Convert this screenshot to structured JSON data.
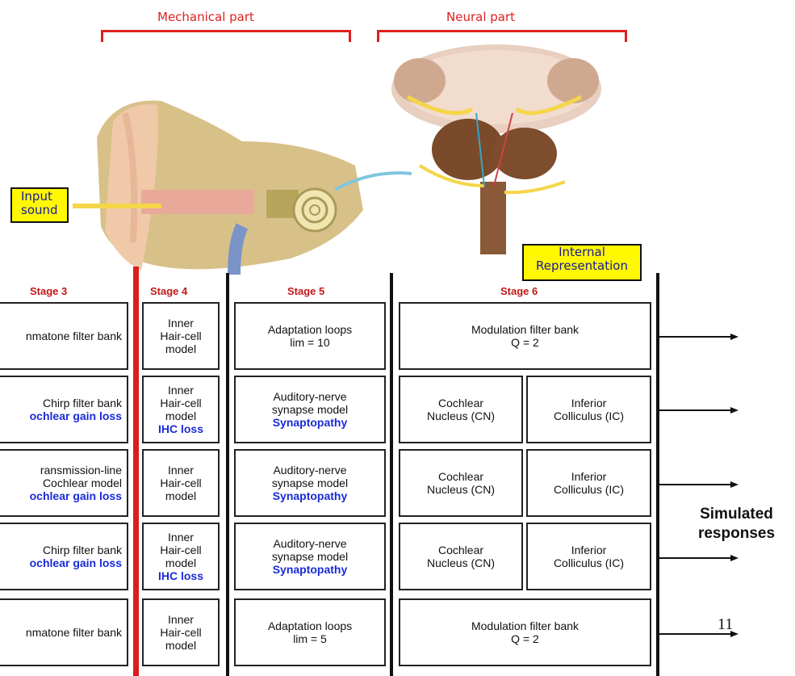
{
  "header": {
    "mechanical_label": "Mechanical part",
    "neural_label": "Neural part"
  },
  "input_label": [
    "Input",
    "sound"
  ],
  "internal_label": [
    "Internal",
    "Representation"
  ],
  "stages": {
    "s3": "Stage 3",
    "s4": "Stage 4",
    "s5": "Stage 5",
    "s6": "Stage 6"
  },
  "rows": [
    {
      "stage3": {
        "lines": [
          "nmatone filter bank"
        ],
        "note": ""
      },
      "stage4": {
        "lines": [
          "Inner",
          "Hair-cell",
          "model"
        ],
        "note": ""
      },
      "stage5": {
        "lines": [
          "Adaptation loops",
          "lim = 10"
        ],
        "note": ""
      },
      "stage6": {
        "lines": [
          "Modulation filter bank",
          "Q = 2"
        ]
      }
    },
    {
      "stage3": {
        "lines": [
          "Chirp filter bank"
        ],
        "note": "ochlear gain loss"
      },
      "stage4": {
        "lines": [
          "Inner",
          "Hair-cell",
          "model"
        ],
        "note": "IHC loss"
      },
      "stage5": {
        "lines": [
          "Auditory-nerve",
          "synapse model"
        ],
        "note": "Synaptopathy"
      },
      "cn": [
        "Cochlear",
        "Nucleus (CN)"
      ],
      "ic": [
        "Inferior",
        "Colliculus (IC)"
      ]
    },
    {
      "stage3": {
        "lines": [
          "ransmission-line",
          "Cochlear model"
        ],
        "note": "ochlear gain loss"
      },
      "stage4": {
        "lines": [
          "Inner",
          "Hair-cell",
          "model"
        ],
        "note": ""
      },
      "stage5": {
        "lines": [
          "Auditory-nerve",
          "synapse model"
        ],
        "note": "Synaptopathy"
      },
      "cn": [
        "Cochlear",
        "Nucleus (CN)"
      ],
      "ic": [
        "Inferior",
        "Colliculus (IC)"
      ]
    },
    {
      "stage3": {
        "lines": [
          "Chirp filter bank"
        ],
        "note": "ochlear gain loss"
      },
      "stage4": {
        "lines": [
          "Inner",
          "Hair-cell",
          "model"
        ],
        "note": "IHC loss"
      },
      "stage5": {
        "lines": [
          "Auditory-nerve",
          "synapse model"
        ],
        "note": "Synaptopathy"
      },
      "cn": [
        "Cochlear",
        "Nucleus (CN)"
      ],
      "ic": [
        "Inferior",
        "Colliculus (IC)"
      ]
    },
    {
      "stage3": {
        "lines": [
          "nmatone filter bank"
        ],
        "note": ""
      },
      "stage4": {
        "lines": [
          "Inner",
          "Hair-cell",
          "model"
        ],
        "note": ""
      },
      "stage5": {
        "lines": [
          "Adaptation loops",
          "lim = 5"
        ],
        "note": ""
      },
      "stage6": {
        "lines": [
          "Modulation filter bank",
          "Q = 2"
        ]
      }
    }
  ],
  "simulated": [
    "Simulated",
    "responses"
  ],
  "page_number": "11",
  "colors": {
    "accent_red": "#d81e1e",
    "loss_blue": "#1a2bd6",
    "label_yellow": "#fff800"
  }
}
